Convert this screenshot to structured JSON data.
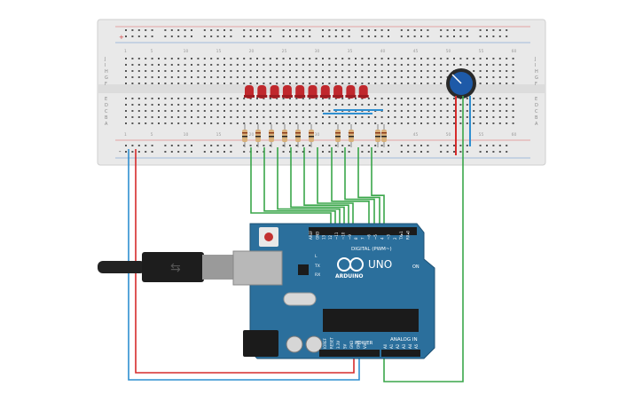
{
  "breadboard": {
    "row_letters_top": [
      "J",
      "I",
      "H",
      "G",
      "F"
    ],
    "row_letters_bottom": [
      "E",
      "D",
      "C",
      "B",
      "A"
    ],
    "column_numbers": [
      "1",
      "5",
      "10",
      "15",
      "20",
      "25",
      "30",
      "35",
      "40",
      "45",
      "50",
      "55",
      "60"
    ],
    "rail_plus": "+",
    "rail_minus": "-"
  },
  "led_count": 10,
  "resistor_count": 10,
  "arduino": {
    "brand_text": "ARDUINO",
    "model_text": "UNO",
    "digital_label": "DIGITAL (PWM~)",
    "power_label": "POWER",
    "analog_label": "ANALOG IN",
    "on_label": "ON",
    "l_label": "L",
    "tx_label": "TX",
    "rx_label": "RX",
    "digital_pins": [
      "AREF",
      "GND",
      "13",
      "12",
      "~11",
      "~10",
      "~9",
      "8",
      "7",
      "~6",
      "~5",
      "4",
      "~3",
      "2",
      "TX▸1",
      "RX◂0"
    ],
    "power_pins": [
      "IOREF",
      "RESET",
      "3.3V",
      "5V",
      "GND",
      "GND",
      "Vin"
    ],
    "analog_pins": [
      "A0",
      "A1",
      "A2",
      "A3",
      "A4",
      "A5"
    ]
  },
  "colors": {
    "board_blue": "#2b6f9c",
    "wire_green": "#3aa64a",
    "wire_red": "#d62b2b",
    "wire_blue": "#2f8fd0",
    "led_red": "#c0282d",
    "breadboard": "#eeeeee"
  }
}
